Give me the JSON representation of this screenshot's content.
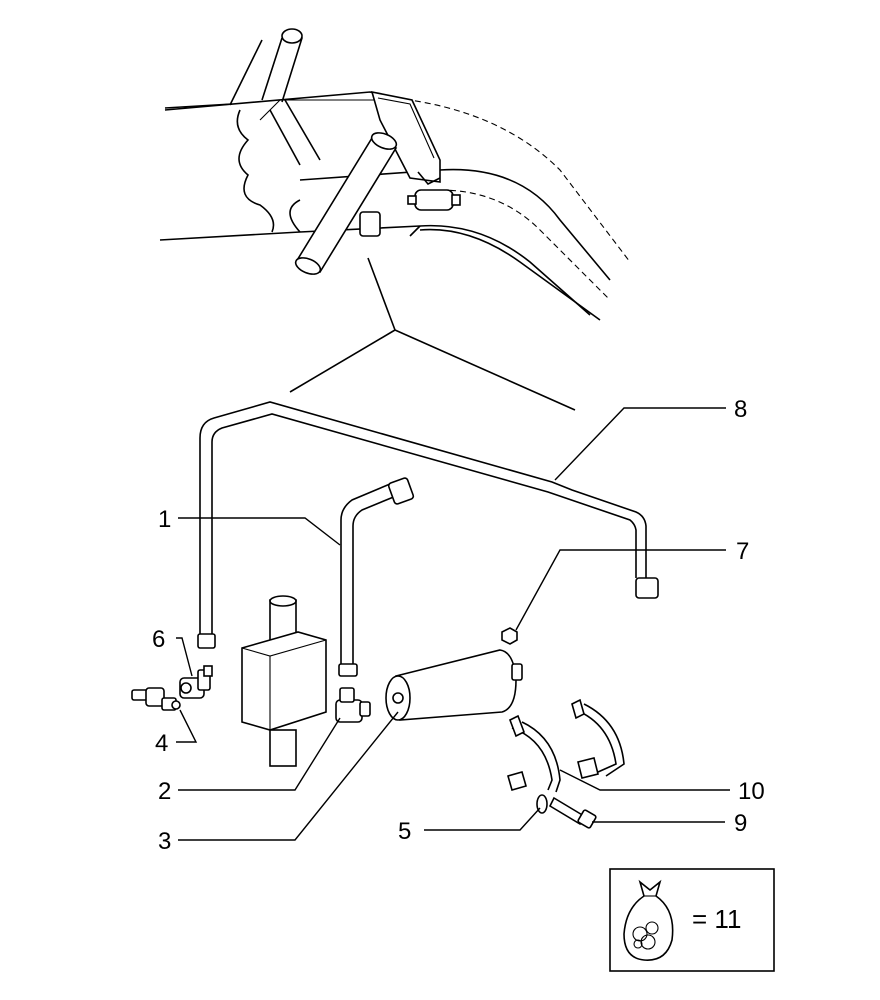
{
  "callouts": {
    "p1": "1",
    "p2": "2",
    "p3": "3",
    "p4": "4",
    "p5": "5",
    "p6": "6",
    "p7": "7",
    "p8": "8",
    "p9": "9",
    "p10": "10"
  },
  "kit": {
    "icon": "parts-bag-icon",
    "label": "= 11"
  }
}
